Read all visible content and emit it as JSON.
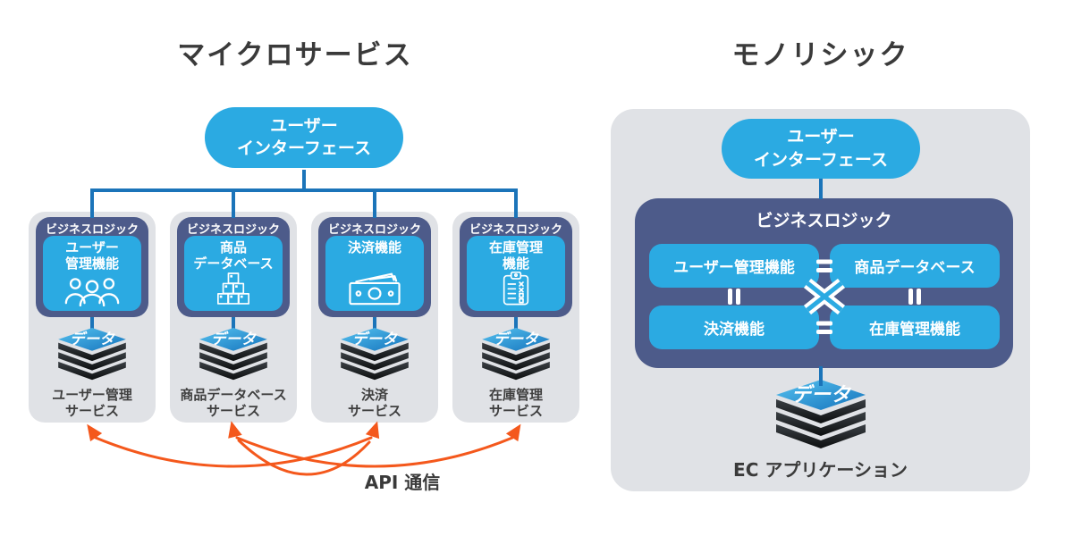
{
  "microservices": {
    "title": "マイクロサービス",
    "ui_box_lines": [
      "ユーザー",
      "インターフェース"
    ],
    "logic_header": "ビジネスロジック",
    "services": [
      {
        "name": "user-management",
        "fn_lines": [
          "ユーザー",
          "管理機能"
        ],
        "icon": "users-icon",
        "data_label": "データ",
        "service_lines": [
          "ユーザー管理",
          "サービス"
        ]
      },
      {
        "name": "product-database",
        "fn_lines": [
          "商品",
          "データベース"
        ],
        "icon": "boxes-icon",
        "data_label": "データ",
        "service_lines": [
          "商品データベース",
          "サービス"
        ]
      },
      {
        "name": "payment",
        "fn_lines": [
          "決済機能",
          ""
        ],
        "icon": "banknote-icon",
        "data_label": "データ",
        "service_lines": [
          "決済",
          "サービス"
        ]
      },
      {
        "name": "inventory",
        "fn_lines": [
          "在庫管理",
          "機能"
        ],
        "icon": "clipboard-icon",
        "data_label": "データ",
        "service_lines": [
          "在庫管理",
          "サービス"
        ]
      }
    ],
    "api_label": "API 通信"
  },
  "monolith": {
    "title": "モノリシック",
    "ui_box_lines": [
      "ユーザー",
      "インターフェース"
    ],
    "logic_header": "ビジネスロジック",
    "modules": [
      "ユーザー管理機能",
      "商品データベース",
      "決済機能",
      "在庫管理機能"
    ],
    "data_label": "データ",
    "app_label": "EC アプリケーション"
  },
  "colors": {
    "cyan": "#2BAAE2",
    "navy": "#4D5B8A",
    "card-gray": "#E0E2E6",
    "line-blue": "#1B74B9",
    "orange": "#F4581C",
    "ink": "#3A3A3A",
    "diamond-light": "#55C2F0",
    "diamond-dark": "#1573BC",
    "layer-dark": "#17191B"
  }
}
